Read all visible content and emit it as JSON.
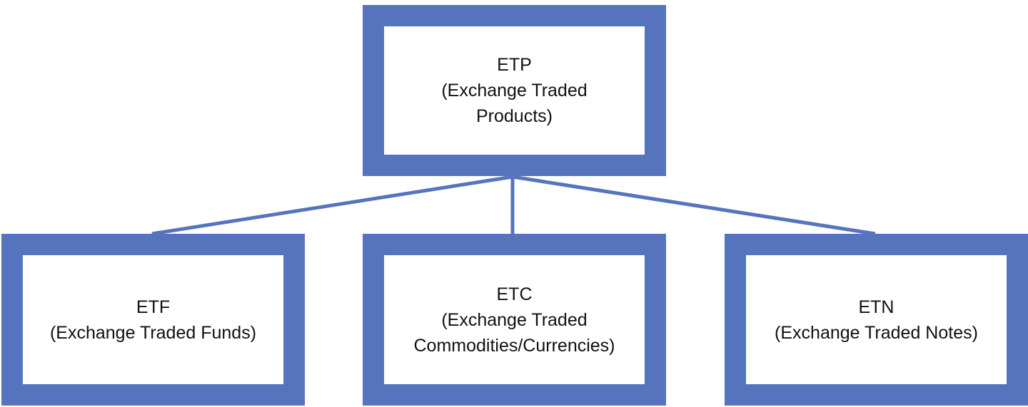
{
  "colors": {
    "box_border": "#5673be",
    "connector": "#5673be",
    "text": "#111111",
    "background": "#ffffff"
  },
  "diagram": {
    "root": {
      "abbr": "ETP",
      "lines": [
        "(Exchange Traded",
        "Products)"
      ]
    },
    "children": [
      {
        "abbr": "ETF",
        "lines": [
          "(Exchange Traded Funds)"
        ]
      },
      {
        "abbr": "ETC",
        "lines": [
          "(Exchange Traded",
          "Commodities/Currencies)"
        ]
      },
      {
        "abbr": "ETN",
        "lines": [
          "(Exchange Traded Notes)"
        ]
      }
    ]
  }
}
